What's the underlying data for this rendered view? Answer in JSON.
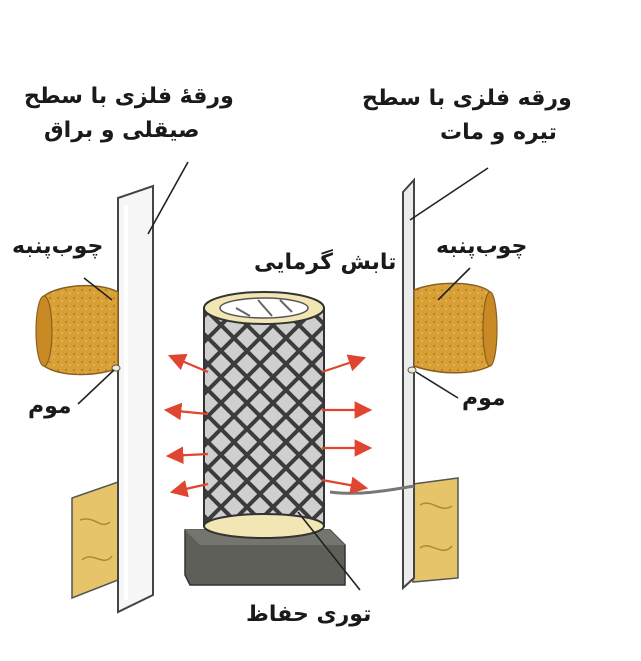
{
  "labels": {
    "left_sheet_line1": "ورقهٔ فلزی با سطح",
    "left_sheet_line2": "صیقلی و براق",
    "right_sheet_line1": "ورقه فلزی با سطح",
    "right_sheet_line2": "تیره و مات",
    "left_cork": "چوب‌پنبه",
    "right_cork": "چوب‌پنبه",
    "left_wax": "موم",
    "right_wax": "موم",
    "radiation": "تابش گرمایی",
    "guard": "توری حفاظ"
  },
  "colors": {
    "cork": "#d9a037",
    "wood": "#e6c56a",
    "arrow": "#e0452f",
    "sheet": "#f4f4f4",
    "mesh": "#4a4a4a",
    "base": "#5f5f5a"
  }
}
